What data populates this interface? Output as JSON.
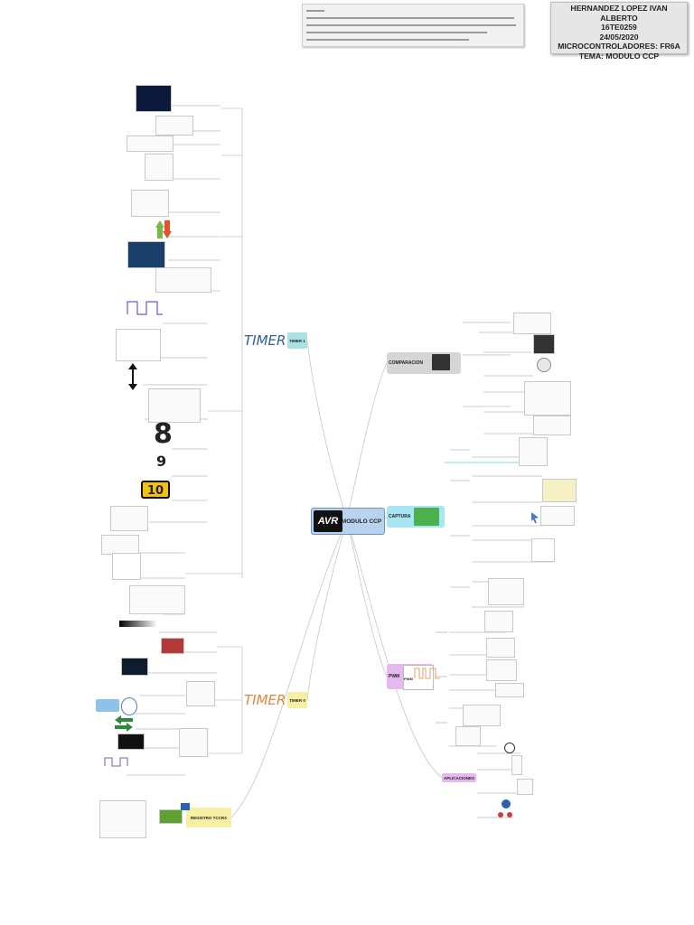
{
  "header": {
    "name": "HERNANDEZ LOPEZ IVAN ALBERTO",
    "id": "16TE0259",
    "date": "24/05/2020",
    "course": "MICROCONTROLADORES: FR6A",
    "topic": "TEMA: MODULO CCP"
  },
  "center": {
    "logo": "AVR",
    "label": "MODULO CCP"
  },
  "timer1": {
    "title": "TIMER 1",
    "tag": "TIMER 1"
  },
  "timer0": {
    "title": "TIMER 0",
    "tag": "TIMER 0"
  },
  "registro": {
    "label": "REGISTRO TCCRX"
  },
  "comparacion": {
    "label": "COMPARACION"
  },
  "captura": {
    "label": "CAPTURA"
  },
  "pwm": {
    "label": "PWM",
    "thumb_label": "PWM"
  },
  "aplicaciones": {
    "label": "APLICACIONES"
  },
  "big_numbers": {
    "n8": "8",
    "n9": "9",
    "n10": "10"
  },
  "colors": {
    "branch": "#c7c7c7",
    "timer1_accent": "#a9e2e3",
    "timer0_accent": "#f7efa3",
    "captura_accent": "#a8e6f4",
    "pwm_accent": "#e6b9ee",
    "center_accent": "#b9d3ee"
  }
}
